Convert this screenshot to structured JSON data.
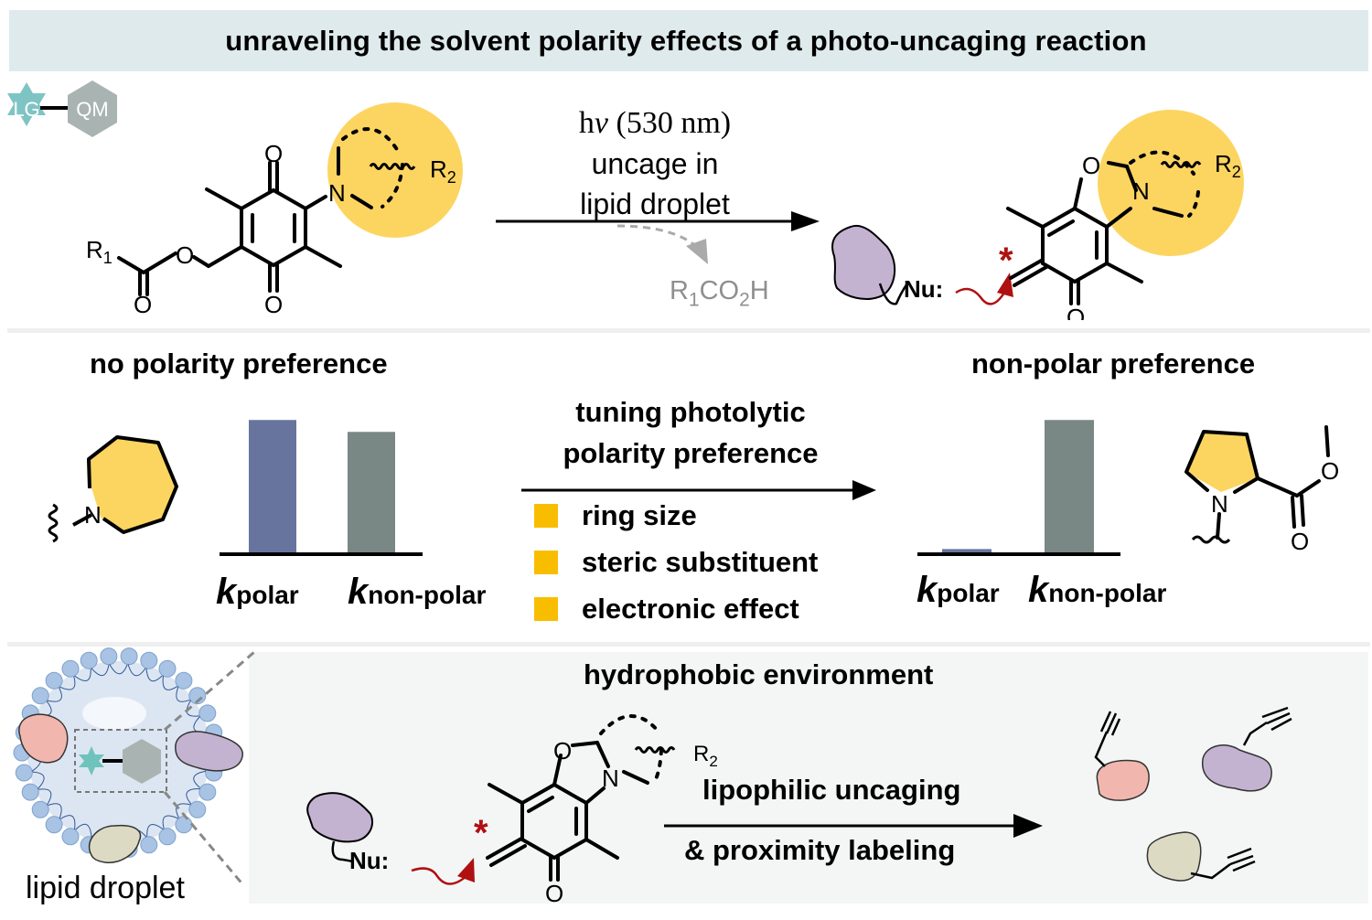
{
  "title": "unraveling the solvent polarity effects of a photo-uncaging reaction",
  "legend": {
    "lg_label": "LG",
    "qm_label": "QM"
  },
  "top_reaction": {
    "reactant": {
      "r1": "R",
      "r1_sub": "1",
      "r2": "R",
      "r2_sub": "2",
      "atom_o": "O",
      "atom_n": "N"
    },
    "conditions": {
      "line1_h": "h",
      "line1_nu": "ν",
      "line1_rest": " (530 nm)",
      "line2": "uncage in",
      "line3": "lipid droplet"
    },
    "byproduct": {
      "r": "R",
      "r_sub": "1",
      "co": "CO",
      "co_sub": "2",
      "h": "H"
    },
    "product": {
      "nucleophile": "Nu:",
      "asterisk": "*",
      "r2": "R",
      "r2_sub": "2",
      "atom_o": "O",
      "atom_n": "N"
    }
  },
  "middle": {
    "left_heading": "no polarity preference",
    "right_heading": "non-polar preference",
    "tuning_line1": "tuning photolytic",
    "tuning_line2": "polarity preference",
    "factors": [
      "ring size",
      "steric substituent",
      "electronic effect"
    ],
    "left_ring_atom": "N",
    "right_ring_atom": "N",
    "ester_o1": "O",
    "ester_o2": "O",
    "k_symbol": "k",
    "k_polar_sub": "polar",
    "k_nonpolar_sub": "non-polar"
  },
  "chart_data": [
    {
      "type": "bar",
      "title": "no polarity preference",
      "categories": [
        "k_polar",
        "k_non-polar"
      ],
      "values": [
        1.0,
        0.91
      ],
      "colors": [
        "#67759e",
        "#798785"
      ],
      "xlabel": "",
      "ylabel": "",
      "ylim": [
        0,
        1.05
      ],
      "grid": false
    },
    {
      "type": "bar",
      "title": "non-polar preference",
      "categories": [
        "k_polar",
        "k_non-polar"
      ],
      "values": [
        0.025,
        1.0
      ],
      "colors": [
        "#67759e",
        "#798785"
      ],
      "xlabel": "",
      "ylabel": "",
      "ylim": [
        0,
        1.05
      ],
      "grid": false
    }
  ],
  "bottom": {
    "droplet_label": "lipid droplet",
    "panel_heading": "hydrophobic environment",
    "nucleophile": "Nu:",
    "asterisk": "*",
    "r2": "R",
    "r2_sub": "2",
    "atom_o": "O",
    "atom_n": "N",
    "arrow_top": "lipophilic uncaging",
    "arrow_bottom": "& proximity labeling"
  },
  "colors": {
    "title_bg": "#dfeaec",
    "highlight_yellow": "#fcd561",
    "bullet_yellow": "#f9bd00",
    "bar_polar": "#67759e",
    "bar_nonpolar": "#798785",
    "red_arrow": "#b01010",
    "lg_teal": "#7fc4c4",
    "qm_gray": "#a9b4b2",
    "panel_bg": "#f4f6f6"
  }
}
